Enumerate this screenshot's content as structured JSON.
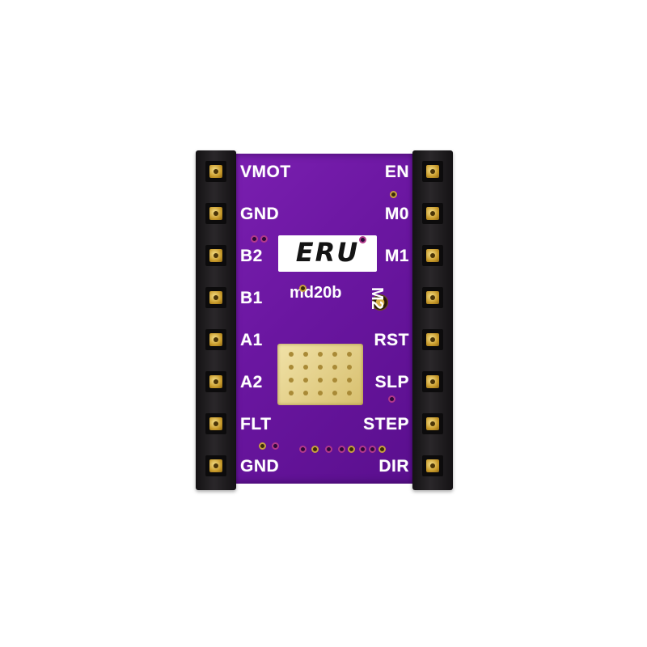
{
  "board": {
    "logo": "ERU",
    "model": "md20b",
    "left_labels": [
      "VMOT",
      "GND",
      "B2",
      "B1",
      "A1",
      "A2",
      "FLT",
      "GND"
    ],
    "right_labels": [
      "EN",
      "M0",
      "M1",
      "M2",
      "RST",
      "SLP",
      "STEP",
      "DIR"
    ],
    "colors": {
      "pcb": "#6a16a0",
      "header": "#1e1c1e",
      "pad": "#d9b24a",
      "chip_pad": "#e8d48c"
    }
  }
}
